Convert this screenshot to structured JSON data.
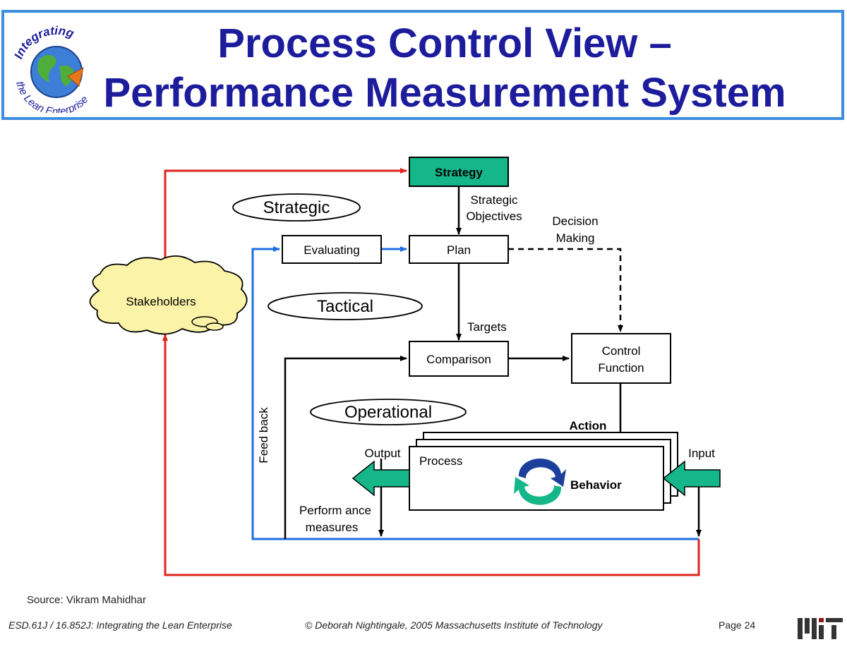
{
  "header": {
    "title_line1": "Process Control View –",
    "title_line2": "Performance Measurement System",
    "logo_text_top": "Integrating",
    "logo_text_bottom": "the Lean Enterprise"
  },
  "diagram": {
    "levels": {
      "strategic": "Strategic",
      "tactical": "Tactical",
      "operational": "Operational"
    },
    "nodes": {
      "strategy": "Strategy",
      "evaluating": "Evaluating",
      "plan": "Plan",
      "comparison": "Comparison",
      "control_function_line1": "Control",
      "control_function_line2": "Function",
      "process": "Process",
      "behavior": "Behavior",
      "stakeholders": "Stakeholders"
    },
    "labels": {
      "strategic_objectives_line1": "Strategic",
      "strategic_objectives_line2": "Objectives",
      "decision_making_line1": "Decision",
      "decision_making_line2": "Making",
      "targets": "Targets",
      "action": "Action",
      "output": "Output",
      "input": "Input",
      "feed_back": "Feed back",
      "performance_measures_line1": "Perform ance",
      "performance_measures_line2": "measures"
    },
    "colors": {
      "strategy_fill": "#15b78a",
      "feedback_blue": "#1f6fe0",
      "stakeholder_red": "#e0231b",
      "cloud_fill": "#fbf3a8",
      "arrow_green": "#15b78a"
    }
  },
  "footer": {
    "source": "Source: Vikram Mahidhar",
    "course": "ESD.61J / 16.852J: Integrating the Lean Enterprise",
    "copyright": "© Deborah Nightingale, 2005 Massachusetts Institute of Technology",
    "page": "Page 24",
    "mit_logo": "MIT"
  }
}
